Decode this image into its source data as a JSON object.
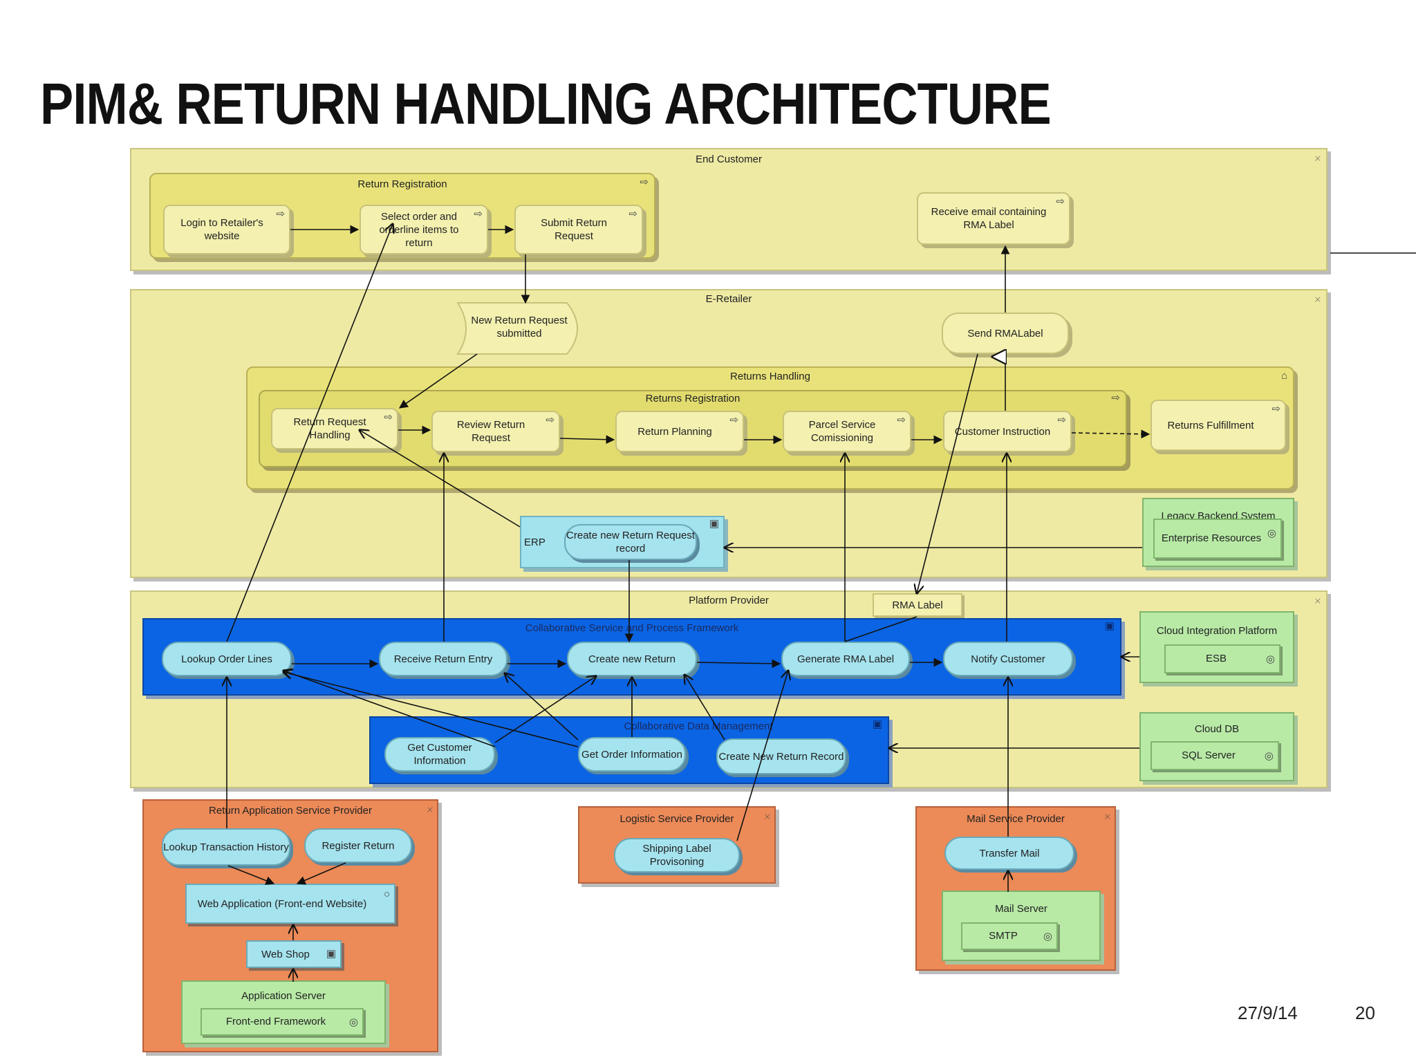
{
  "slide": {
    "title": "PIM& RETURN HANDLING ARCHITECTURE",
    "date": "27/9/14",
    "page_number": "20"
  },
  "layers": {
    "end_customer": "End Customer",
    "e_retailer": "E-Retailer",
    "platform_provider": "Platform Provider"
  },
  "groups": {
    "return_registration_top": "Return Registration",
    "returns_handling": "Returns Handling",
    "returns_registration": "Returns Registration",
    "erp": "ERP",
    "legacy_backend": "Legacy Backend System",
    "collab_framework": "Collaborative Service and Process Framework",
    "collab_data": "Collaborative Data Management",
    "cloud_integration": "Cloud Integration Platform",
    "cloud_db": "Cloud DB",
    "return_app_provider": "Return Application Service Provider",
    "logistic_provider": "Logistic Service Provider",
    "mail_provider": "Mail Service Provider",
    "mail_server": "Mail Server",
    "app_server": "Application Server"
  },
  "end_customer": {
    "login": "Login to Retailer's website",
    "select_order": "Select order and orderline items to return",
    "submit_request": "Submit Return Request",
    "receive_email": "Receive email containing RMA Label"
  },
  "e_retailer": {
    "new_request_event": "New Return Request submitted",
    "send_rma": "Send RMALabel",
    "return_request_handling": "Return Request Handling",
    "review_request": "Review Return Request",
    "return_planning": "Return Planning",
    "parcel_service": "Parcel Service Comissioning",
    "customer_instruction": "Customer Instruction",
    "returns_fulfillment": "Returns Fulfillment",
    "create_record": "Create new Return Request record",
    "enterprise_resources": "Enterprise Resources"
  },
  "platform": {
    "rma_label": "RMA Label",
    "lookup_order_lines": "Lookup Order Lines",
    "receive_return_entry": "Receive Return Entry",
    "create_new_return": "Create new Return",
    "generate_rma": "Generate RMA Label",
    "notify_customer": "Notify Customer",
    "esb": "ESB",
    "get_customer_info": "Get Customer Information",
    "get_order_info": "Get Order Information",
    "create_return_record": "Create New Return Record",
    "sql_server": "SQL Server"
  },
  "providers": {
    "lookup_history": "Lookup Transaction History",
    "register_return": "Register Return",
    "web_application": "Web Application (Front-end Website)",
    "web_shop": "Web Shop",
    "front_end_framework": "Front-end Framework",
    "shipping_label": "Shipping Label Provisoning",
    "transfer_mail": "Transfer Mail",
    "smtp": "SMTP"
  },
  "icons": {
    "process": "arrow-right-icon",
    "actor": "actor-icon",
    "component": "component-icon",
    "system_software": "system-software-icon",
    "function": "function-icon"
  },
  "colors": {
    "layer_yellow": "#eeeaa4",
    "process_yellow": "#f3f0b0",
    "framework_blue": "#0b64e3",
    "service_cyan": "#a5e3ee",
    "provider_orange": "#ec8a58",
    "node_green": "#b8eaa6"
  }
}
